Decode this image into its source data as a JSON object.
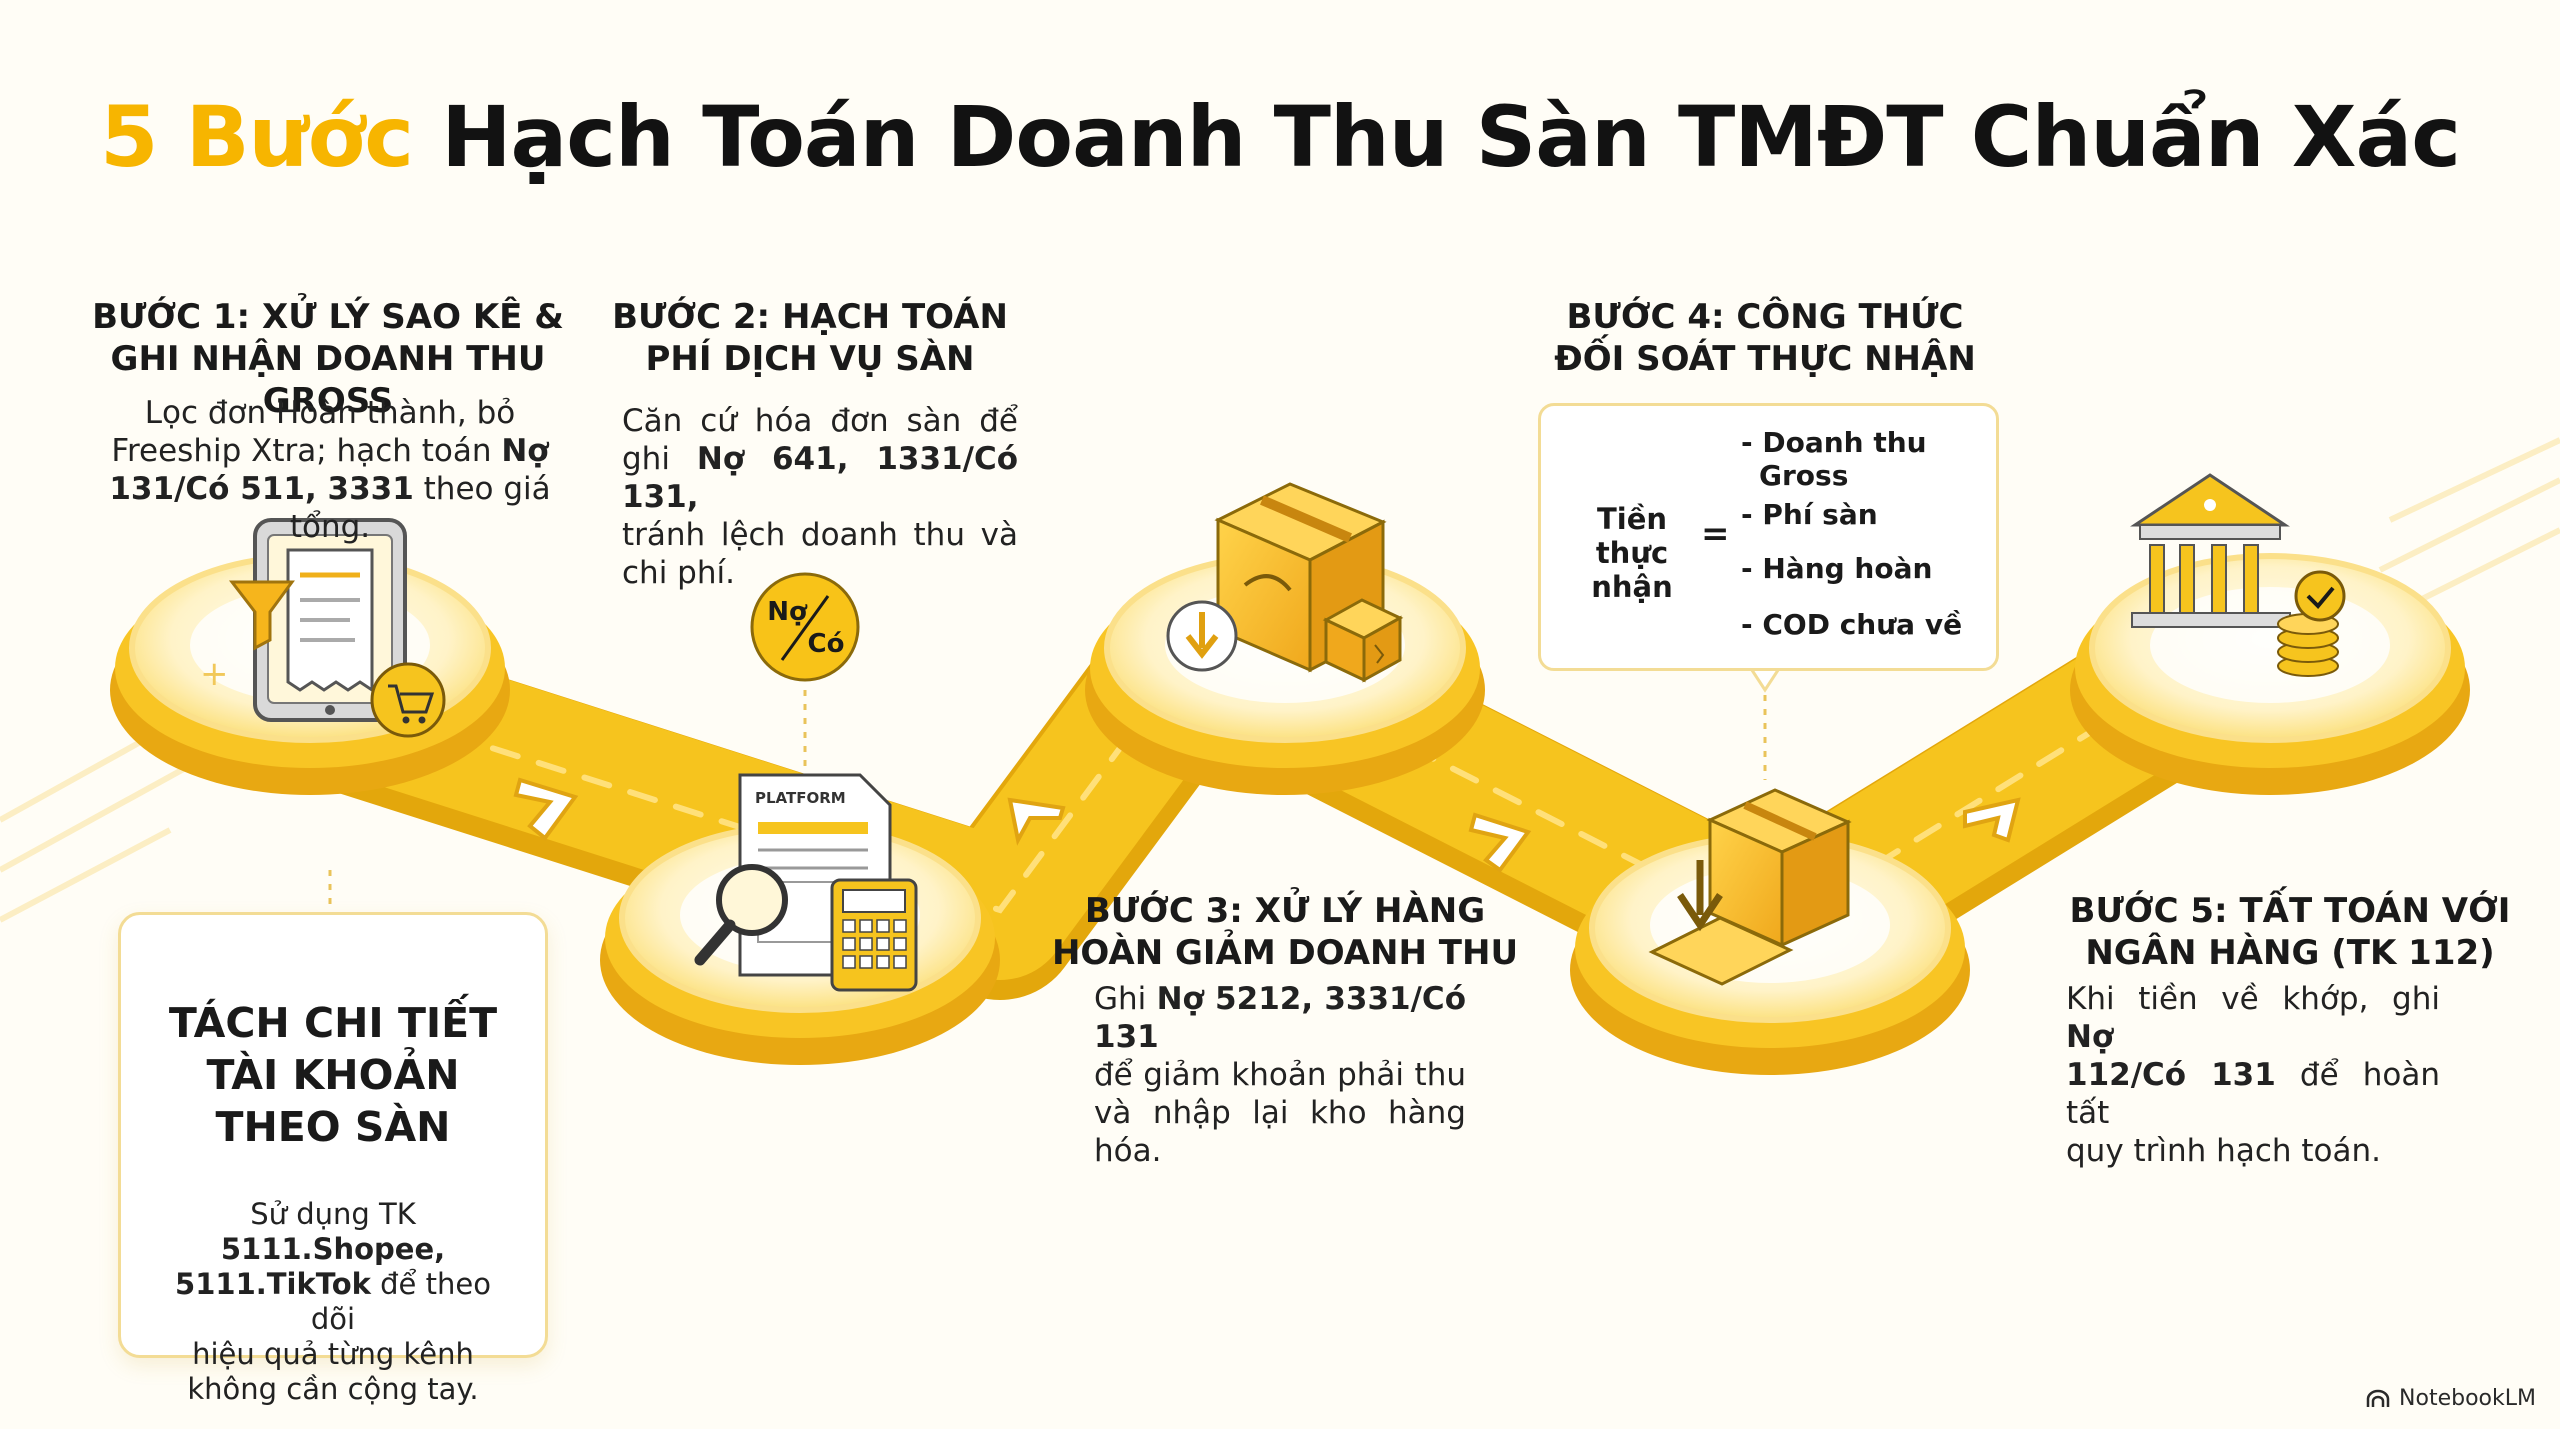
{
  "title": {
    "accent": "5 Bước",
    "rest": "Hạch Toán Doanh Thu Sàn TMĐT Chuẩn Xác"
  },
  "steps": [
    {
      "heading": [
        "BƯỚC 1: XỬ LÝ SAO KÊ &",
        "GHI NHẬN DOANH THU GROSS"
      ],
      "body": [
        [
          {
            "t": "Lọc đơn Hoàn thành, bỏ"
          }
        ],
        [
          {
            "t": "Freeship Xtra; hạch toán "
          },
          {
            "t": "Nợ",
            "b": true
          }
        ],
        [
          {
            "t": "131/Có 511, 3331",
            "b": true
          },
          {
            "t": " theo giá tổng."
          }
        ]
      ]
    },
    {
      "heading": [
        "BƯỚC 2: HẠCH TOÁN",
        "PHÍ DỊCH VỤ SÀN"
      ],
      "body": [
        [
          {
            "t": "Căn cứ hóa đơn sàn để"
          }
        ],
        [
          {
            "t": "ghi "
          },
          {
            "t": "Nợ 641, 1331/Có 131,",
            "b": true
          }
        ],
        [
          {
            "t": "tránh lệch doanh thu và"
          }
        ],
        [
          {
            "t": "chi phí."
          }
        ]
      ]
    },
    {
      "heading": [
        "BƯỚC 3: XỬ LÝ HÀNG",
        "HOÀN GIẢM DOANH THU"
      ],
      "body": [
        [
          {
            "t": "Ghi "
          },
          {
            "t": "Nợ 5212, 3331/Có 131",
            "b": true
          }
        ],
        [
          {
            "t": "để giảm khoản phải thu"
          }
        ],
        [
          {
            "t": "và nhập lại kho hàng"
          }
        ],
        [
          {
            "t": "hóa."
          }
        ]
      ]
    },
    {
      "heading": [
        "BƯỚC 4: CÔNG THỨC",
        "ĐỐI SOÁT THỰC NHẬN"
      ]
    },
    {
      "heading": [
        "BƯỚC 5: TẤT TOÁN VỚI",
        "NGÂN HÀNG (TK 112)"
      ],
      "body": [
        [
          {
            "t": "Khi tiền về khớp, ghi "
          },
          {
            "t": "Nợ",
            "b": true
          }
        ],
        [
          {
            "t": "112/Có 131",
            "b": true
          },
          {
            "t": " để hoàn tất"
          }
        ],
        [
          {
            "t": "quy trình hạch toán."
          }
        ]
      ]
    }
  ],
  "formula": {
    "left": [
      "Tiền thực",
      "nhận"
    ],
    "equals": "=",
    "items": [
      "- Doanh thu",
      "Gross",
      "- Phí sàn",
      "- Hàng hoàn",
      "- COD chưa về"
    ]
  },
  "side_card": {
    "title": [
      "TÁCH CHI TIẾT",
      "TÀI KHOẢN",
      "THEO SÀN"
    ],
    "body": [
      [
        {
          "t": "Sử dụng TK "
        },
        {
          "t": "5111.Shopee,",
          "b": true
        }
      ],
      [
        {
          "t": "5111.TikTok",
          "b": true
        },
        {
          "t": " để theo dõi"
        }
      ],
      [
        {
          "t": "hiệu quả từng kênh"
        }
      ],
      [
        {
          "t": "không cần cộng tay."
        }
      ]
    ]
  },
  "badges": {
    "no_co": [
      "Nợ",
      "Có"
    ],
    "platform_doc": "PLATFORM"
  },
  "watermark": "NotebookLM",
  "colors": {
    "accent": "#f7b500",
    "road": "#f6c41e",
    "road_dark": "#e3a70c",
    "platform_top": "#fff6d6",
    "text": "#1a1a1a"
  },
  "icons": [
    "tablet-receipt-icon",
    "filter-icon",
    "cart-icon",
    "invoice-document-icon",
    "magnifier-icon",
    "calculator-icon",
    "box-return-icon",
    "down-arrow-icon",
    "broken-box-icon",
    "box-inbound-icon",
    "bank-icon",
    "coin-stack-icon",
    "check-icon"
  ]
}
